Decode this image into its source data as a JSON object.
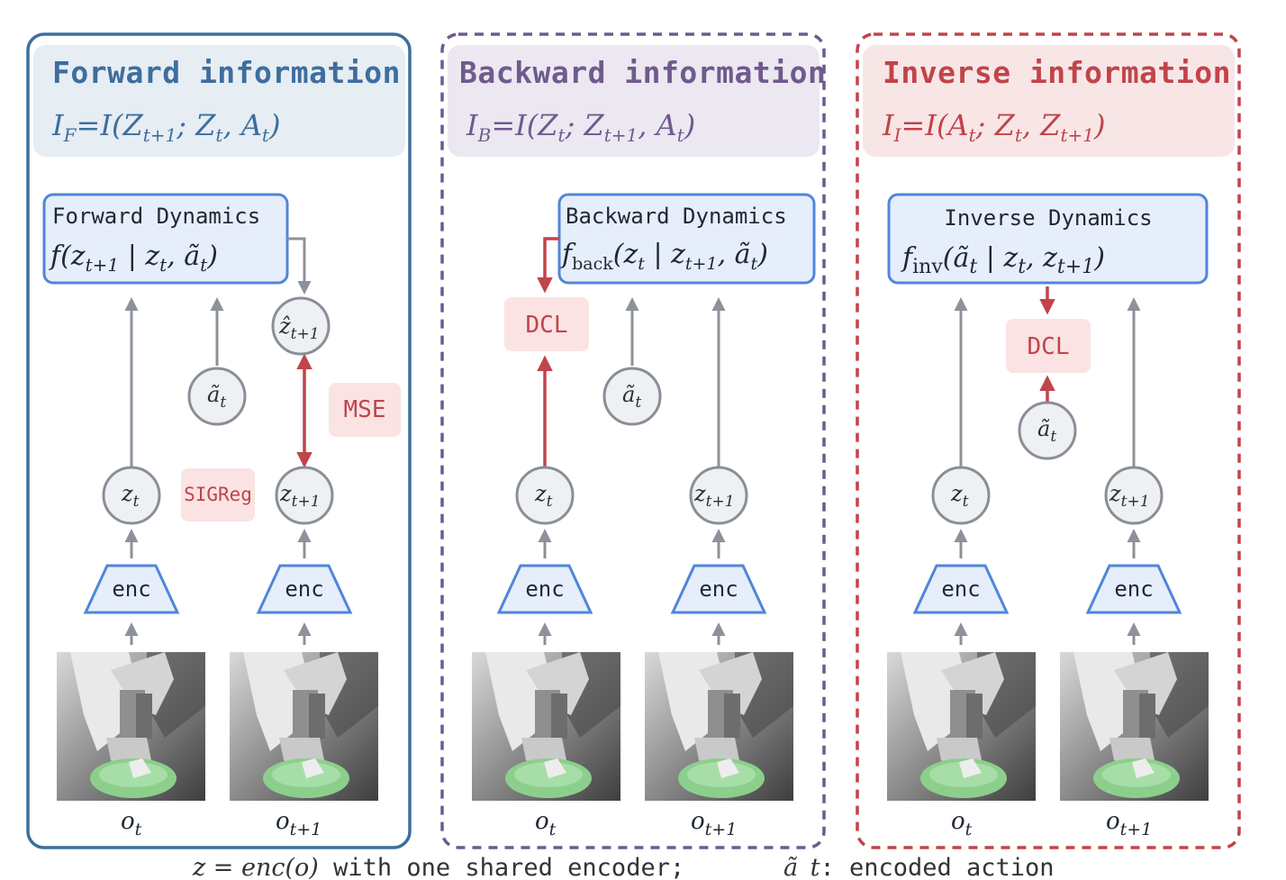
{
  "colors": {
    "forward": "#3d6e9e",
    "backward": "#6f5a8f",
    "inverse": "#c0444b",
    "dyn_border": "#4f86d9",
    "dyn_fill": "#e6eefb",
    "node_stroke": "#8a8e96",
    "node_fill": "#eef0f3",
    "loss_fill": "#fbe3e3",
    "gray_arrow": "#8d9199",
    "red_arrow": "#c0444b"
  },
  "panels": [
    {
      "key": "forward",
      "title": "Forward information",
      "formula": "I_F = I(Z_{t+1}; Z_t, A_t)",
      "dynamics_name": "Forward Dynamics",
      "dynamics_formula": "f(z_{t+1} | z_t, ã_t)",
      "loss_main": "MSE",
      "loss_reg": "SIGReg",
      "pred_node": "ẑ_{t+1}",
      "action_node": "ã_t",
      "node_t": "z_t",
      "node_t1": "z_{t+1}",
      "obs_t": "o_t",
      "obs_t1": "o_{t+1}",
      "enc": "enc"
    },
    {
      "key": "backward",
      "title": "Backward information",
      "formula": "I_B = I(Z_t; Z_{t+1}, A_t)",
      "dynamics_name": "Backward Dynamics",
      "dynamics_formula": "f_back(z_t | z_{t+1}, ã_t)",
      "loss_main": "DCL",
      "action_node": "ã_t",
      "node_t": "z_t",
      "node_t1": "z_{t+1}",
      "obs_t": "o_t",
      "obs_t1": "o_{t+1}",
      "enc": "enc"
    },
    {
      "key": "inverse",
      "title": "Inverse information",
      "formula": "I_I = I(A_t; Z_t, Z_{t+1})",
      "dynamics_name": "Inverse Dynamics",
      "dynamics_formula": "f_inv(ã_t | z_t, z_{t+1})",
      "loss_main": "DCL",
      "action_node": "ã_t",
      "node_t": "z_t",
      "node_t1": "z_{t+1}",
      "obs_t": "o_t",
      "obs_t1": "o_{t+1}",
      "enc": "enc"
    }
  ],
  "caption": {
    "left_math": "z = enc(o)",
    "left_text": " with one shared encoder;",
    "right_math": "ã_t",
    "right_text": ": encoded action"
  }
}
